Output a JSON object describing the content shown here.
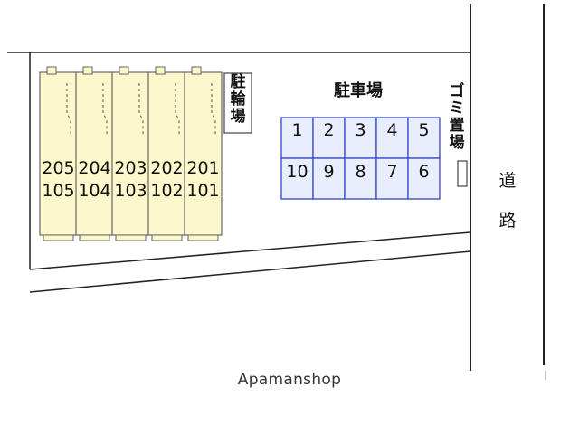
{
  "site": {
    "bicycle_parking_label": "駐輪場",
    "parking_label": "駐車場",
    "garbage_label": "ゴミ置場",
    "road_label": "道路",
    "watermark": "Apamanshop"
  },
  "building": {
    "units": [
      {
        "upper": "205",
        "lower": "105"
      },
      {
        "upper": "204",
        "lower": "104"
      },
      {
        "upper": "203",
        "lower": "103"
      },
      {
        "upper": "202",
        "lower": "102"
      },
      {
        "upper": "201",
        "lower": "101"
      }
    ]
  },
  "parking": {
    "top_row": [
      "1",
      "2",
      "3",
      "4",
      "5"
    ],
    "bottom_row": [
      "10",
      "9",
      "8",
      "7",
      "6"
    ]
  },
  "colors": {
    "building_fill": "#fcf8cc",
    "building_stroke": "#666666",
    "parking_fill": "#e8eefe",
    "parking_stroke": "#3344cc",
    "line": "#222222"
  }
}
